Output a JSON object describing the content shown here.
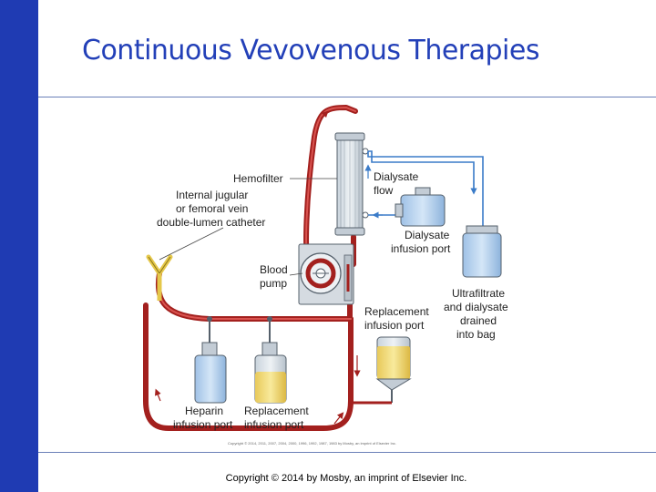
{
  "slide": {
    "title": "Continuous Vevovenous Therapies",
    "copyright": "Copyright © 2014 by Mosby, an imprint of Elsevier Inc.",
    "accent_color": "#1f3bb3",
    "title_color": "#2340b8"
  },
  "diagram": {
    "labels": {
      "hemofilter": "Hemofilter",
      "catheter": [
        "Internal jugular",
        "or femoral vein",
        "double-lumen catheter"
      ],
      "dialysate_flow": [
        "Dialysate",
        "flow"
      ],
      "dialysate_port": [
        "Dialysate",
        "infusion port"
      ],
      "blood_pump": [
        "Blood",
        "pump"
      ],
      "replacement_port_right": [
        "Replacement",
        "infusion port"
      ],
      "ultrafiltrate": [
        "Ultrafiltrate",
        "and dialysate",
        "drained",
        "into bag"
      ],
      "heparin_port": [
        "Heparin",
        "infusion port"
      ],
      "replacement_port_bottom": [
        "Replacement",
        "infusion port"
      ]
    },
    "figure_credit": "Copyright © 2014, 2011, 2007, 2004, 2000, 1996, 1992, 1987, 1983 by Mosby, an imprint of Elsevier Inc."
  }
}
